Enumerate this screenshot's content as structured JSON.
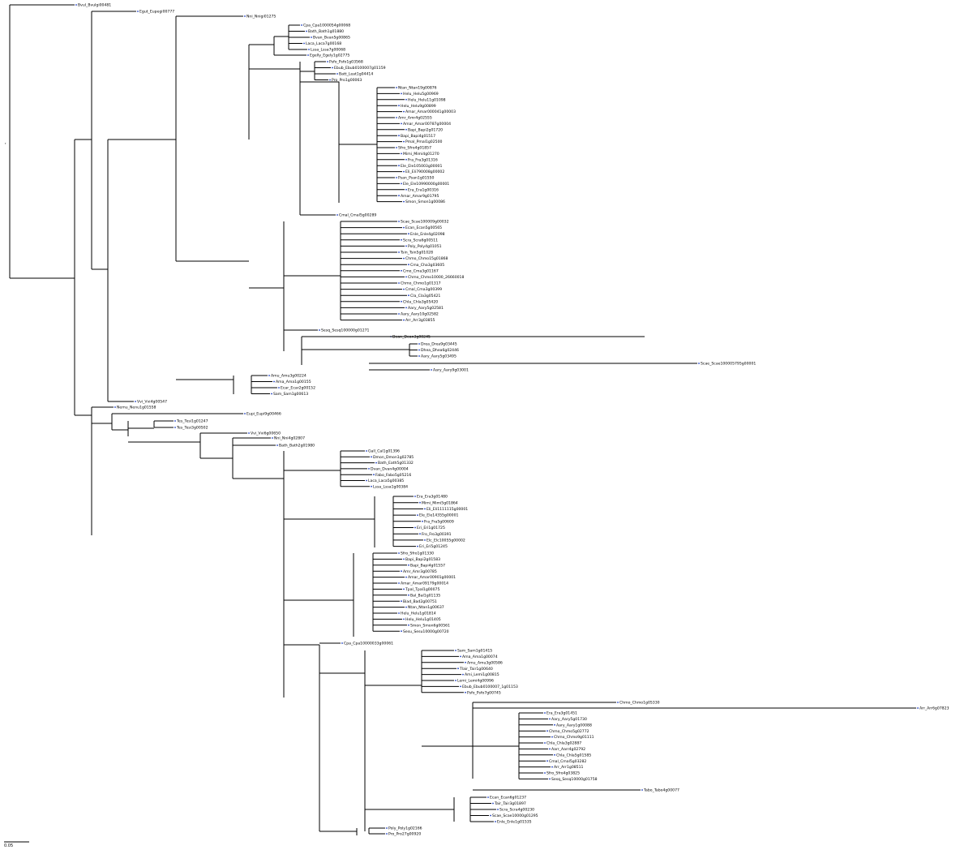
{
  "tree": {
    "root_marker": "r",
    "scale_label": "0.05",
    "upper": {
      "outgroup": "Bvul_Bvulgi00481",
      "l1": "Egut_Eupegi00777",
      "clade1_top": "Nni_Nnigi01275",
      "clade1_a": [
        "Cpa_Cpa1000054g00068",
        "Bath_Bath1g01880",
        "Bvan_Bvan5g00865",
        "Laca_Laca7g00168",
        "Lssa_Lssa7g00068"
      ],
      "clade1_b": [
        "Egelly_Egely1g02775",
        "Psfo_Psfo1g03568",
        "Ebub_Ebub0100007g01159",
        "Batt_Leat1g04414",
        "Pro_Pro1g00063"
      ],
      "clade2": [
        "Ntan_Ntan19g00876",
        "Helu_Helu5g00969",
        "Helu_Helu11g01098",
        "Helu_Helu9g00899",
        "Amar_Amar000041g00003",
        "Amr_Amr4g02555",
        "Amar_Amar00787g00004",
        "Bapi_Bapi2g01720",
        "Bapi_Bapi4g01517",
        "Pmal_Pmal1g02500",
        "Sfro_Sfro4g01857",
        "Mimi_Mimi4g01270",
        "Fra_Fra3g01316",
        "Ele_Ele105003g00001",
        "Eli_Eli790008g00002",
        "Psan_Psan1g01550",
        "Ele_Ele10990000g00001",
        "Era_Era1g00316",
        "Amar_Amar9g01795",
        "Smon_Smon1g00086"
      ],
      "clade3_top": "Cmal_Cmal5g00289",
      "clade3": [
        "Scae_Scae100009g00032",
        "Ecan_Ecan5g00565",
        "Enle_Enle4g02098",
        "Scra_Scra6g00511",
        "Poly_Poly4g01051",
        "Tsin_Tsin5g01028",
        "Chmo_Chmo15g01868",
        "Cma_Cha3g03605",
        "Cmo_Cma3g01167",
        "Chmo_Chmo10000_26660018",
        "Chmo_Chmo1g01317",
        "Cmal_Cma3g00399",
        "Cla_Cla3g05421",
        "Chla_Chla3g05420",
        "Aary_Aary5g02581",
        "Aary_Aary10g02582",
        "Arr_Arr3g03855"
      ],
      "sesq": "Sesq_Sesq100000g01271",
      "long1": "Dean_Dean3g00245",
      "clade4": [
        "Drea_Drea9g03445",
        "Dhea_Dhea6g02446",
        "Aary_Aary5g03495"
      ],
      "long2": "Scae_Scae100005795g00001",
      "aary2": "Aary_Aary9g03001",
      "clade5": [
        "Amu_Amu3g00224",
        "Ama_Ama1g00155",
        "Ecar_Ecar2g00152",
        "Sam_Sam1g00613"
      ],
      "viv1": "Vvi_Vvi4g00547"
    },
    "lower": {
      "neuro": "Nemu_Nenu1g01558",
      "eupe2": "Eupi_Eupi9g00466",
      "tex": [
        "Tes_Tesi1g01247",
        "Tes_Tesi3g00502"
      ],
      "viv2": "Vvi_Vvi6g00650",
      "nni2": "Nni_Nni4g02807",
      "bath2": "Bath_Bath2g01980",
      "clade6": [
        "Gall_Cal1g01396",
        "Dmon_Dmon1g02785",
        "Bath_Eath5g01332",
        "Dvan_Dvan4g00004",
        "Fabo_Fabo5g05216",
        "Laca_Laca5g00385",
        "Lssa_Lssa1g00384"
      ],
      "clade7": [
        "Era_Era3g01480",
        "Mimi_Mimi5g01864",
        "Eli_Eli1111115g00001",
        "Ele_Ele14355g00001",
        "Fra_Fra5g00609",
        "Eri_Eri1g01725",
        "Fro_Fro3g00391",
        "Elc_Elc10055g00002",
        "Eri_Eri5g01245"
      ],
      "clade8": [
        "Sfro_Sfro1g01330",
        "Bapi_Bapi2g01583",
        "Bapi_Bapi4g01557",
        "Amr_Amr3g00785",
        "Amar_Amar00901g00001",
        "Amar_Amar09179g00014",
        "Tpal_Tpal1g00075",
        "Bal_Bal1g01135",
        "Biad_Bad2g00751",
        "Ntan_Ntan1g00637",
        "Helu_Helu1g01814",
        "Helu_Helu1g01405",
        "Smon_Smon6g00561",
        "Sesu_Sesu10000g00720"
      ],
      "cpa2": "Cpa_Cpa10000033g00061",
      "clade9": [
        "Sam_Sam1g01415",
        "Ama_Ama1g00074",
        "Amu_Amu3g00586",
        "Tlair_Tair1g00640",
        "Ami_Lemi1g00815",
        "Lemi_Lemi4g00996",
        "Ebub_Ebub0100007_1g01153",
        "Psfo_Psfo7g00745"
      ],
      "chmo_long": "Chmo_Chmo1g05330",
      "arr_long": "Arr_Arr6g07823",
      "clade10": [
        "Era_Era3g01451",
        "Aary_Aary5g01730",
        "Aary_Aary1g00088",
        "Chmo_Chmo5g02772",
        "Chmo_Chmo9g01111",
        "Chla_Chla3g02887",
        "Aarr_Aarr4g02792",
        "Chla_Chla5g01585",
        "Cmal_Cmal5g03282",
        "Arr_Arr1g08511",
        "Sfro_Sfro4g03825",
        "Sesq_Sesq10000g01758"
      ],
      "tabo_long": "Tabo_Tabo4g00077",
      "clade11": [
        "Ecan_Ecan6g01237",
        "Tair_Tair3g01897",
        "Scra_Scra4g00230",
        "Scae_Scae10000g01295",
        "Enle_Enle1g01535"
      ],
      "clade12": [
        "Poly_Poly1g02166",
        "Pro_Pro27g00920"
      ]
    }
  }
}
